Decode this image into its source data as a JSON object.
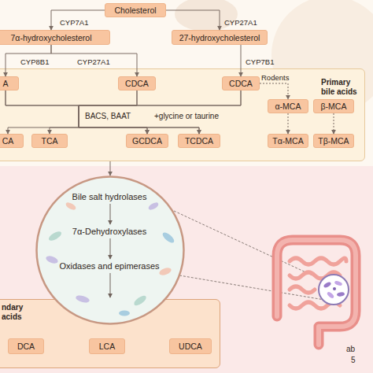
{
  "diagram": {
    "nodes": [
      {
        "text": [
          "Cholesterol"
        ]
      },
      {
        "text": [
          "7α-hydroxycholesterol"
        ]
      },
      {
        "text": [
          "27-hydroxycholesterol"
        ]
      },
      {
        "text": [
          "Primary bile acids"
        ]
      },
      {
        "text": [
          "A"
        ],
        "in": 3
      },
      {
        "text": [
          "CDCA"
        ],
        "in": 3
      },
      {
        "text": [
          "CDCA"
        ],
        "in": 3
      },
      {
        "text": [
          "α-MCA"
        ],
        "in": 3
      },
      {
        "text": [
          "β-MCA"
        ],
        "in": 3
      },
      {
        "text": [
          "CA"
        ],
        "in": 3
      },
      {
        "text": [
          "TCA"
        ],
        "in": 3
      },
      {
        "text": [
          "GCDCA"
        ],
        "in": 3
      },
      {
        "text": [
          "TCDCA"
        ],
        "in": 3
      },
      {
        "text": [
          "Tα-MCA"
        ],
        "in": 3
      },
      {
        "text": [
          "Tβ-MCA"
        ],
        "in": 3
      },
      {
        "text": [
          "Bile salt hydrolases",
          "7α-Dehydroxylases",
          "Oxidases and epimerases"
        ]
      },
      {
        "text": [
          "ndary acids"
        ]
      },
      {
        "text": [
          "DCA"
        ],
        "in": 16
      },
      {
        "text": [
          "LCA"
        ],
        "in": 16
      },
      {
        "text": [
          "UDCA"
        ],
        "in": 16
      }
    ],
    "edges": [
      {
        "from": 0,
        "to": 1,
        "arrow": "to",
        "label": "CYP7A1"
      },
      {
        "from": 0,
        "to": 2,
        "arrow": "to",
        "label": "CYP27A1"
      },
      {
        "from": 1,
        "to": 4,
        "arrow": "to",
        "label": "CYP8B1"
      },
      {
        "from": 1,
        "to": 5,
        "arrow": "to",
        "label": "CYP27A1"
      },
      {
        "from": 2,
        "to": 6,
        "arrow": "to",
        "label": "CYP7B1"
      },
      {
        "from": 6,
        "to": 7,
        "arrow": "to",
        "label": "Rodents"
      },
      {
        "from": 4,
        "to": 9,
        "arrow": "to"
      },
      {
        "from": 4,
        "to": 10,
        "arrow": "to"
      },
      {
        "from": 5,
        "to": 11,
        "arrow": "to"
      },
      {
        "from": 5,
        "to": 12,
        "arrow": "to"
      },
      {
        "from": 6,
        "to": 11,
        "arrow": "to"
      },
      {
        "from": 6,
        "to": 12,
        "arrow": "to"
      },
      {
        "from": 7,
        "to": 13,
        "arrow": "to"
      },
      {
        "from": 8,
        "to": 14,
        "arrow": "to"
      },
      {
        "from": 3,
        "to": 15,
        "arrow": "to"
      }
    ],
    "labels": [
      "BACS, BAAT",
      "+glycine or taurine",
      "ab",
      "5"
    ]
  }
}
